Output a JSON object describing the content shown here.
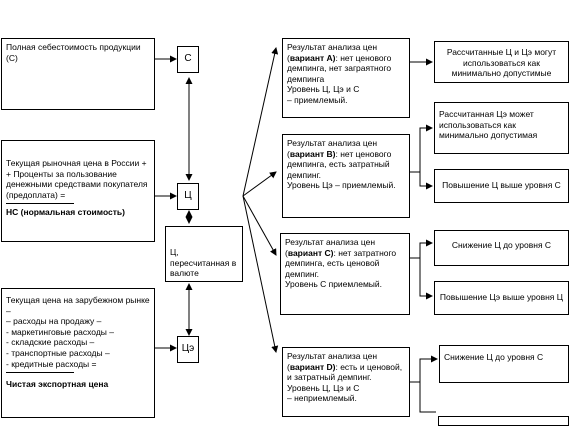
{
  "cost": {
    "text": "Полная себестоимость продукции (С)",
    "symbol": "С"
  },
  "domestic": {
    "line1": "Текущая рыночная цена в России  +",
    "line2": "+ Проценты за пользование денежными средствами покупателя (предоплата) =",
    "result": "НС (нормальная стоимость)",
    "symbol": "Ц"
  },
  "converted": {
    "text": "Ц, пересчитанная в валюте"
  },
  "export": {
    "lines": [
      "Текущая цена на зарубежном рынке –",
      "– расходы на продажу –",
      "- маркетинговые расходы –",
      "- складские расходы –",
      "- транспортные расходы –",
      "- кредитные расходы ="
    ],
    "result": "Чистая экспортная цена",
    "symbol": "Цэ"
  },
  "variants": [
    {
      "prefix": "Результат анализа цен (",
      "label": "вариант А)",
      "rest": ": нет ценового демпинга, нет заграятного демпинга",
      "line2": "Уровень Ц, Цэ и С",
      "line3": "– приемлемый.",
      "outcomes": [
        "Рассчитанные Ц и Цэ могут использоваться как минимально допустимые"
      ]
    },
    {
      "prefix": "Результат анализа цен (",
      "label": "вариант В)",
      "rest": ": нет ценового демпинга, есть затратный демпинг.",
      "line2": "Уровень Цэ – приемлемый.",
      "line3": "",
      "outcomes": [
        "Рассчитанная Цэ может использоваться как минимально допустимая",
        "Повышение Ц выше уровня С"
      ]
    },
    {
      "prefix": "Результат анализа цен (",
      "label": "вариант С)",
      "rest": ": нет затратного демпинга, есть ценовой демпинг.",
      "line2": "Уровень С приемлемый.",
      "line3": "",
      "outcomes": [
        "Снижение Ц до уровня С",
        "Повышение Цэ выше уровня Ц"
      ]
    },
    {
      "prefix": "Результат анализа цен (",
      "label": "вариант D)",
      "rest": ": есть и ценовой, и затратный демпинг. Уровень Ц, Цэ и С",
      "line2": "– неприемлемый.",
      "line3": "",
      "outcomes": [
        "Снижение Ц до уровня С",
        ""
      ]
    }
  ]
}
